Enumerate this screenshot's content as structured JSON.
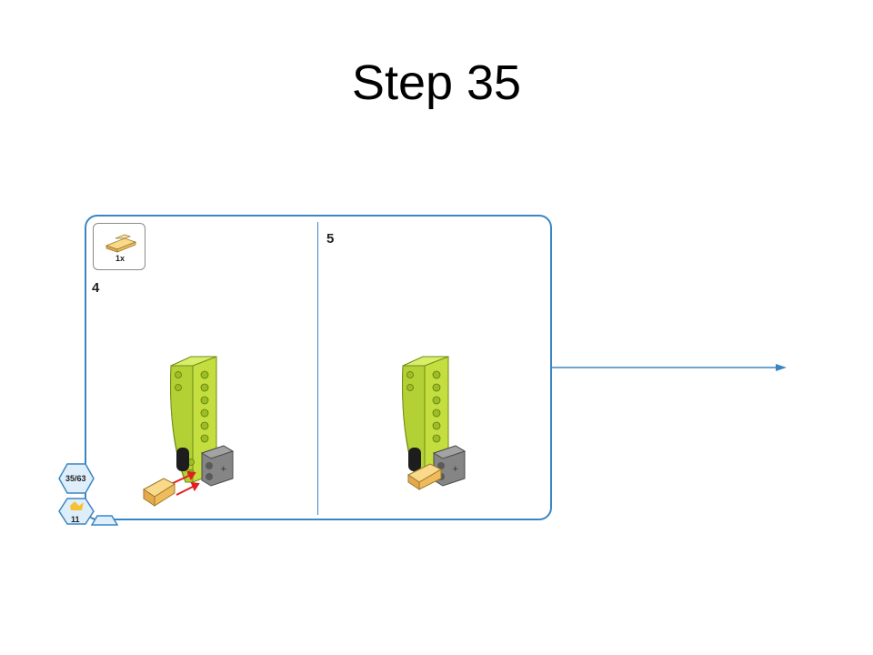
{
  "slide": {
    "title": "Step 35"
  },
  "panel": {
    "parts_callout": {
      "quantity": "1x",
      "part_icon": "yellow-slope-brick-icon"
    },
    "sub_steps": [
      {
        "number": "4"
      },
      {
        "number": "5"
      }
    ]
  },
  "badges": {
    "page_counter": "35/63",
    "part_count": "11"
  },
  "colors": {
    "lime": "#b9d53a",
    "lime_dark": "#8fae22",
    "slope_yellow": "#f5c56a",
    "gray_block": "#7c7c7c",
    "panel_border": "#3b86c2",
    "motion_arrow": "#e02020"
  }
}
